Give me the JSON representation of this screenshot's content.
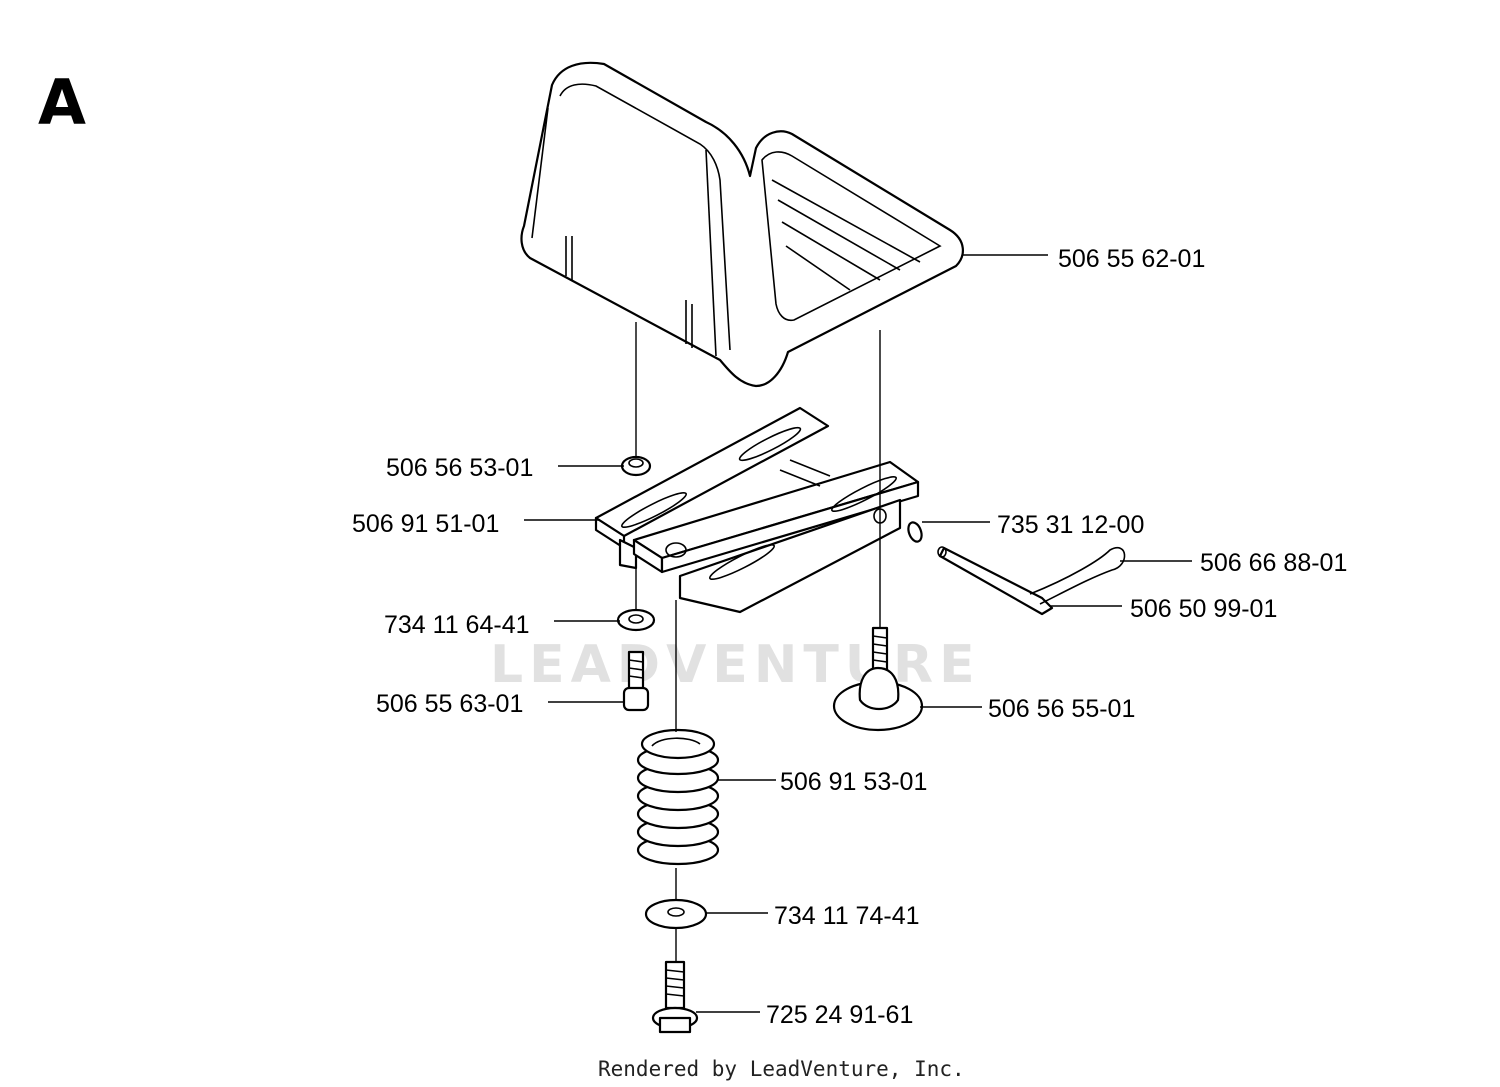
{
  "section_letter": "A",
  "watermark": "LEADVENTURE",
  "credit": "Rendered by LeadVenture, Inc.",
  "parts": [
    {
      "id": "seat",
      "number": "506 55 62-01"
    },
    {
      "id": "bushing",
      "number": "506 56 53-01"
    },
    {
      "id": "bracket",
      "number": "506 91 51-01"
    },
    {
      "id": "lock-washer",
      "number": "735 31 12-00"
    },
    {
      "id": "hair-pin",
      "number": "506 66 88-01"
    },
    {
      "id": "pin",
      "number": "506 50 99-01"
    },
    {
      "id": "washer-small",
      "number": "734 11 64-41"
    },
    {
      "id": "screw",
      "number": "506 55 63-01"
    },
    {
      "id": "knob",
      "number": "506 56 55-01"
    },
    {
      "id": "spring",
      "number": "506 91 53-01"
    },
    {
      "id": "washer-large",
      "number": "734 11 74-41"
    },
    {
      "id": "flange-bolt",
      "number": "725 24 91-61"
    }
  ]
}
